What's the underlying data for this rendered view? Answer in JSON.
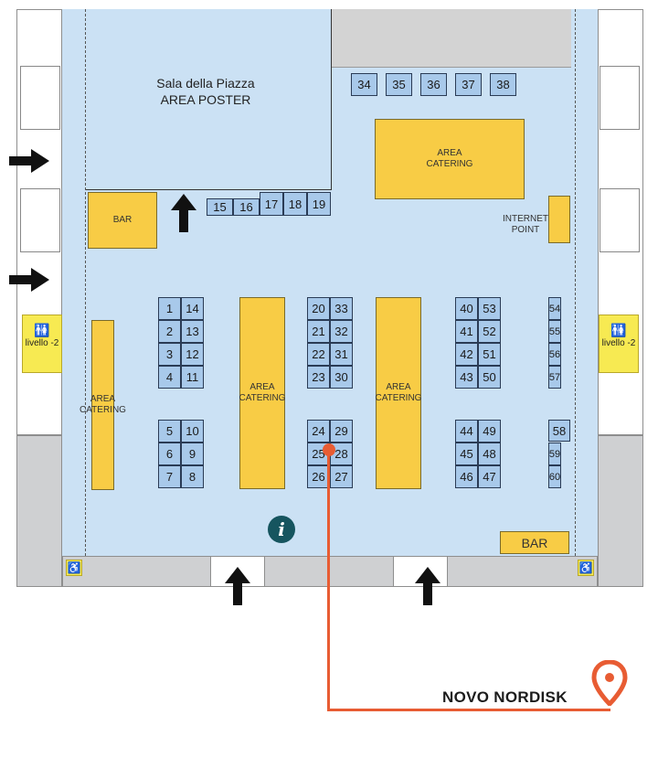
{
  "room": {
    "title_line1": "Sala della Piazza",
    "title_line2": "AREA POSTER"
  },
  "areas": {
    "catering_top": "AREA\nCATERING",
    "catering_left": "AREA\nCATERING",
    "catering_mid1": "AREA\nCATERING",
    "catering_mid2": "AREA\nCATERING",
    "bar_top_left": "BAR",
    "bar_bottom_right": "BAR",
    "internet_point": "INTERNET\nPOINT"
  },
  "levels": {
    "left": "livello -2",
    "right": "livello -2"
  },
  "booths": {
    "b1": "1",
    "b2": "2",
    "b3": "3",
    "b4": "4",
    "b5": "5",
    "b6": "6",
    "b7": "7",
    "b8": "8",
    "b9": "9",
    "b10": "10",
    "b11": "11",
    "b12": "12",
    "b13": "13",
    "b14": "14",
    "b15": "15",
    "b16": "16",
    "b17": "17",
    "b18": "18",
    "b19": "19",
    "b20": "20",
    "b21": "21",
    "b22": "22",
    "b23": "23",
    "b24": "24",
    "b25": "25",
    "b26": "26",
    "b27": "27",
    "b28": "28",
    "b29": "29",
    "b30": "30",
    "b31": "31",
    "b32": "32",
    "b33": "33",
    "b34": "34",
    "b35": "35",
    "b36": "36",
    "b37": "37",
    "b38": "38",
    "b40": "40",
    "b41": "41",
    "b42": "42",
    "b43": "43",
    "b44": "44",
    "b45": "45",
    "b46": "46",
    "b47": "47",
    "b48": "48",
    "b49": "49",
    "b50": "50",
    "b51": "51",
    "b52": "52",
    "b53": "53",
    "b54": "54",
    "b55": "55",
    "b56": "56",
    "b57": "57",
    "b58": "58",
    "b59": "59",
    "b60": "60"
  },
  "info": {
    "symbol": "i"
  },
  "marker": {
    "company": "NOVO NORDISK",
    "color": "#e85c33"
  },
  "icons": {
    "entrance": "arrow-icon",
    "toilet": "toilet-icon",
    "accessible": "wheelchair-icon",
    "location": "location-pin-icon"
  }
}
